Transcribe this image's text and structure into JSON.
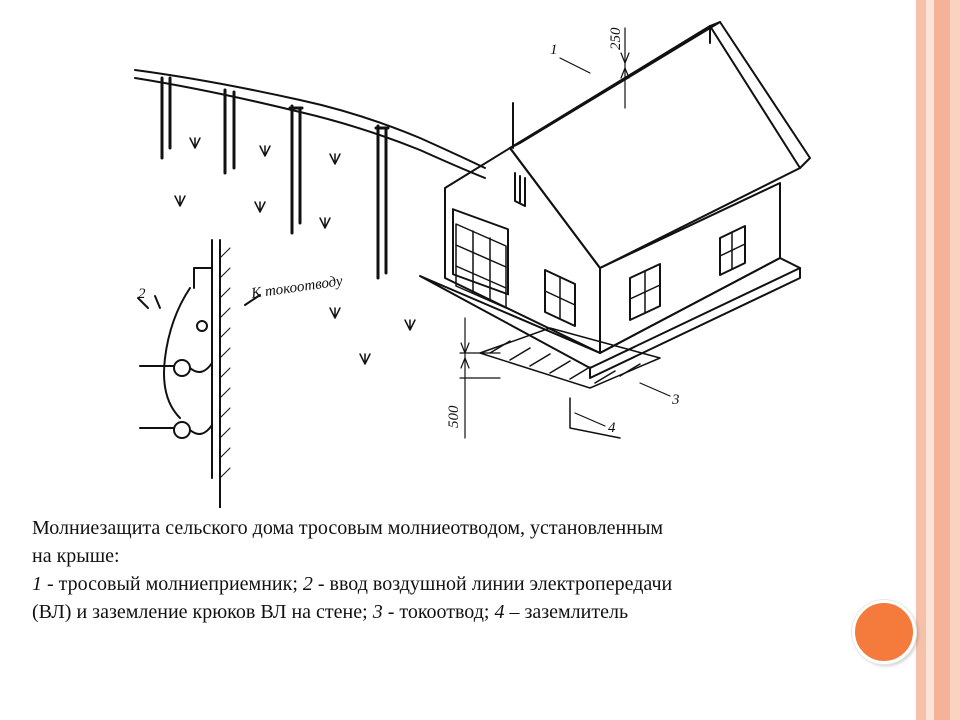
{
  "theme": {
    "accent": "#f47b3c",
    "stripe_colors": [
      "#f6c1a8",
      "#fbe3d7",
      "#f4b398",
      "#f9d3c0"
    ],
    "ink": "#111111"
  },
  "figure": {
    "labels": {
      "n1": "1",
      "n2": "2",
      "n3": "3",
      "n4": "4",
      "dim_top": "250",
      "dim_bottom": "500",
      "to_downconductor": "К токоотводу"
    }
  },
  "caption": {
    "line1": "Молниезащита сельского дома тросовым молниеотводом, установленным",
    "line2": "на крыше:",
    "l3_n1": "1",
    "l3_t1": " - тросовый молниеприемник; ",
    "l3_n2": "2",
    "l3_t2": " - ввод воздушной линии электропередачи",
    "l4_t1": "(ВЛ) и заземление крюков ВЛ на стене; ",
    "l4_n3": "3",
    "l4_t2": " - токоотвод; ",
    "l4_n4": "4",
    "l4_t3": " – заземлитель"
  }
}
